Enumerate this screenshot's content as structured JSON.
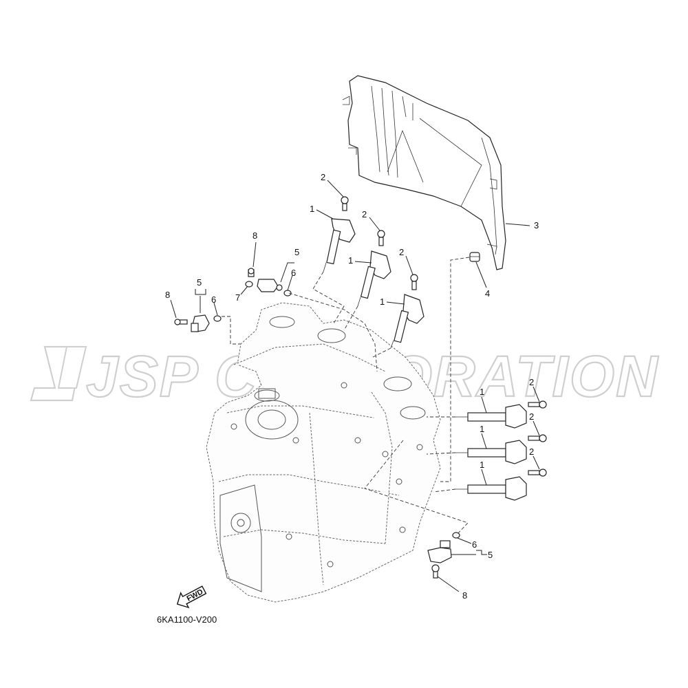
{
  "diagram_code": "6KA1100-V200",
  "watermark": {
    "text": "JSP CORPORATION"
  },
  "fwd_label": "FWD",
  "callouts": {
    "ignition_coil": "1",
    "bolt": "2",
    "cover": "3",
    "grommet": "4",
    "sensor_assy": "5",
    "o_ring": "6",
    "o_ring_small": "7",
    "sensor_bolt": "8"
  },
  "icons": [
    "fwd-arrow-icon",
    "ignition-coil-icon",
    "bolt-icon",
    "sensor-icon",
    "o-ring-icon"
  ]
}
